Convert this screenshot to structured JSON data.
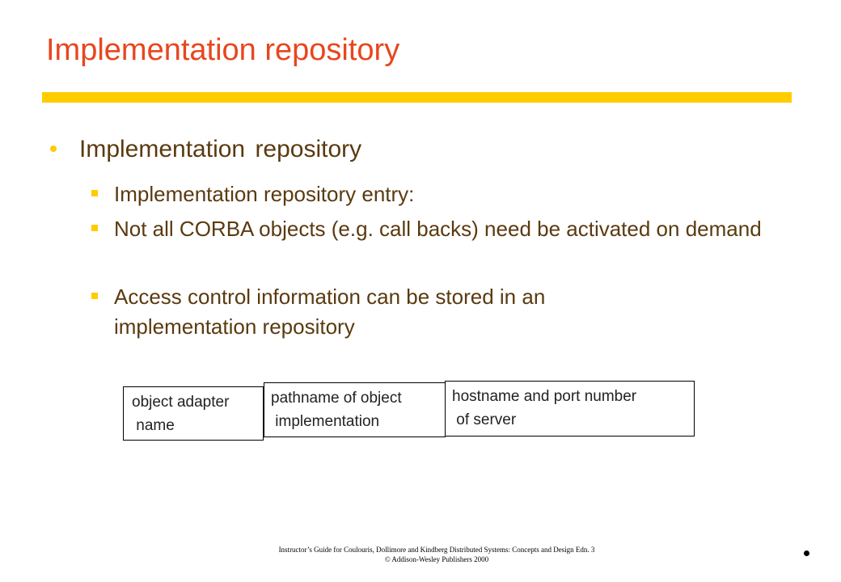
{
  "slide": {
    "title": "Implementation repository",
    "bullet": "Implementation repository",
    "sub_bullets": [
      "Implementation repository entry:",
      "Not all CORBA objects (e.g. call backs) need be activated on demand",
      "Access control information can be stored in an implementation repository"
    ]
  },
  "entry_fields": [
    {
      "line1": "object adapter",
      "line2": " name"
    },
    {
      "line1": "pathname of object",
      "line2": " implementation"
    },
    {
      "line1": "hostname and port number",
      "line2": " of server"
    }
  ],
  "footer": {
    "line1": "Instructor’s Guide for Coulouris, Dollimore and Kindberg  Distributed Systems: Concepts and Design  Edn. 3",
    "line2": "© Addison-Wesley Publishers 2000"
  },
  "colors": {
    "title": "#e8461e",
    "accent": "#ffcc00",
    "body_text": "#5a3a10"
  }
}
